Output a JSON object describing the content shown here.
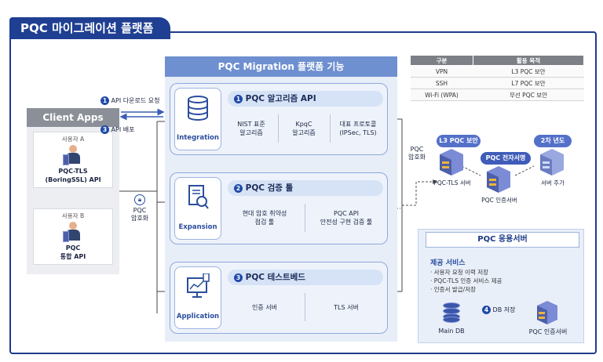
{
  "title": "PQC 마이그레이션 플랫폼",
  "client": {
    "header": "Client Apps",
    "cards": [
      {
        "user": "사용자 A",
        "api_line1": "PQC-TLS",
        "api_line2": "(BoringSSL) API"
      },
      {
        "user": "사용자 B",
        "api_line1": "PQC",
        "api_line2": "통합 API"
      }
    ]
  },
  "arrows": {
    "step1": {
      "num": "1",
      "label": "API 다운로드 요청"
    },
    "step3": {
      "num": "3",
      "label": "API 배포"
    },
    "pqc_encrypt_left": "PQC\n암호화",
    "pqc_encrypt_right": "PQC\n암호화"
  },
  "platform": {
    "header": "PQC Migration 플랫폼 기능",
    "modules": [
      {
        "icon_label": "Integration",
        "num": "1",
        "title": "PQC 알고리즘 API",
        "cells": [
          "NIST 표준\n알고리즘",
          "KpqC\n알고리즘",
          "대표 프로토콜\n(IPSec, TLS)"
        ]
      },
      {
        "icon_label": "Expansion",
        "num": "2",
        "title": "PQC 검증 툴",
        "cells": [
          "현대 암호 취약성\n점검 툴",
          "PQC API\n안전성 구현 검증 툴"
        ]
      },
      {
        "icon_label": "Application",
        "num": "3",
        "title": "PQC 테스트베드",
        "cells": [
          "인증 서버",
          "TLS 서버"
        ]
      }
    ]
  },
  "purpose_table": {
    "headers": [
      "구분",
      "활용 목적"
    ],
    "rows": [
      [
        "VPN",
        "L3 PQC 보안"
      ],
      [
        "SSH",
        "L7 PQC 보안"
      ],
      [
        "Wi-Fi (WPA)",
        "무선 PQC 보안"
      ]
    ]
  },
  "servers": {
    "pill_l3": "L3 PQC 보안",
    "pill_sign": "PQC 전자서명",
    "pill_phase2": "2차 년도",
    "pqc_tls_server": "PQC-TLS 서버",
    "pqc_auth_server": "PQC 인증서버",
    "server_add": "서버 추가"
  },
  "app_server": {
    "header": "PQC 응용서버",
    "services_title": "제공 서비스",
    "services": [
      "사용자 요청 이력 저장",
      "PQC-TLS 인증 서비스 제공",
      "인증서 발급/저장"
    ],
    "main_db": "Main DB",
    "db_store_num": "4",
    "db_store": "DB 저장",
    "auth_server": "PQC 인증서버"
  },
  "colors": {
    "primary": "#1f3f92",
    "accent": "#6e8fd0",
    "panel": "#e8eef8"
  }
}
